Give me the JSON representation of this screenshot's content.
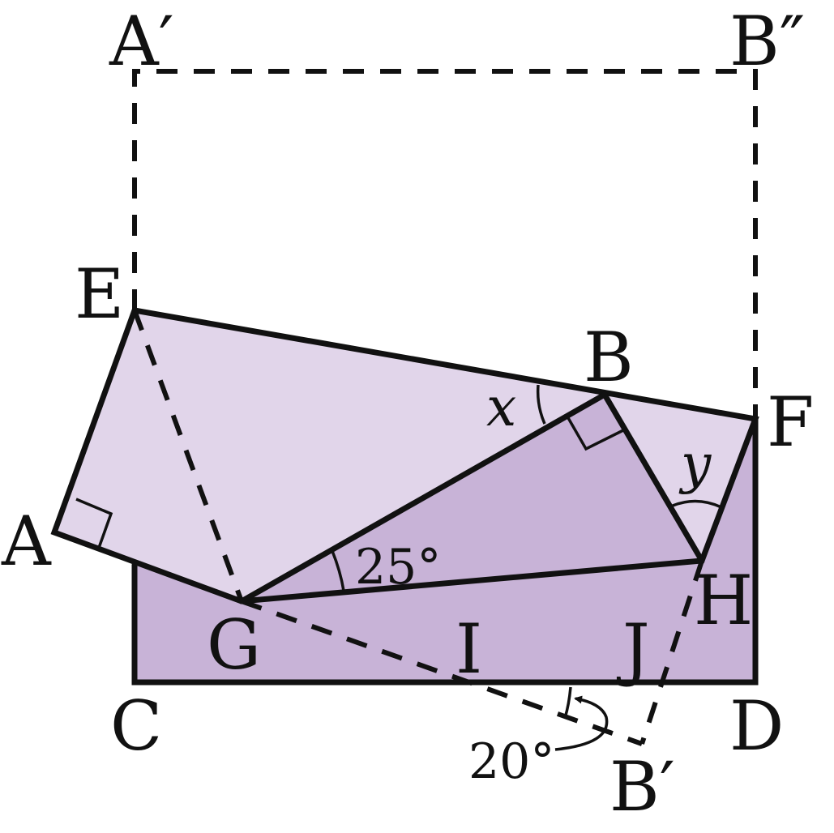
{
  "diagram": {
    "colors": {
      "light_fill": "#e1d5ea",
      "dark_fill": "#c8b3d7",
      "stroke": "#111111"
    },
    "points": {
      "A_prime": "A′",
      "B_double_prime": "B″",
      "E": "E",
      "B": "B",
      "F": "F",
      "A": "A",
      "H": "H",
      "G": "G",
      "I": "I",
      "J": "J",
      "C": "C",
      "D": "D",
      "B_prime": "B′"
    },
    "angles": {
      "x": "x",
      "y": "y",
      "angle_25": "25°",
      "angle_20": "20°"
    }
  }
}
